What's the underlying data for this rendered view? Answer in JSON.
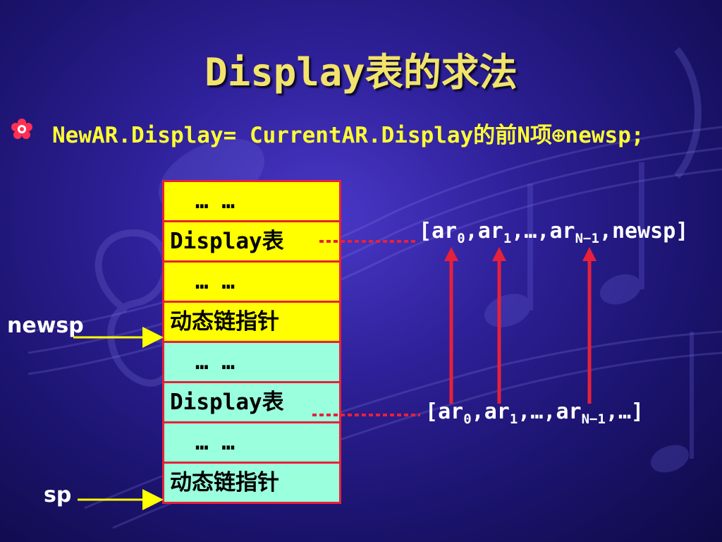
{
  "slide": {
    "title": "Display表的求法",
    "bullet_icon": "flower-bullet-icon",
    "formula": "NewAR.Display= CurrentAR.Display的前N项⊕newsp;"
  },
  "stack": {
    "cells": [
      {
        "text": "… …",
        "color": "#ffff00"
      },
      {
        "text": "Display表",
        "color": "#ffff00"
      },
      {
        "text": "… …",
        "color": "#ffff00"
      },
      {
        "text": "动态链指针",
        "color": "#ffff00"
      },
      {
        "text": "… …",
        "color": "#99ffdd"
      },
      {
        "text": "Display表",
        "color": "#99ffdd"
      },
      {
        "text": "… …",
        "color": "#99ffdd"
      },
      {
        "text": "动态链指针",
        "color": "#99ffdd"
      }
    ],
    "border_color": "#e8203a"
  },
  "pointers": {
    "newsp": "newsp",
    "sp": "sp"
  },
  "arrays": {
    "new": {
      "open": "[",
      "ar": "ar",
      "s0": "0",
      "s1": "1",
      "sN": "N−1",
      "sep": ",",
      "ellipsis": "…",
      "last": "newsp",
      "close": "]"
    },
    "current": {
      "open": "[",
      "ar": "ar",
      "s0": "0",
      "s1": "1",
      "sN": "N−1",
      "sep": ",",
      "ellipsis": "…",
      "last": "…",
      "close": "]"
    }
  },
  "colors": {
    "title": "#f2e36a",
    "formula": "#ffff33",
    "arrow_red": "#e8203a",
    "pointer_arrow": "#ffff00"
  }
}
